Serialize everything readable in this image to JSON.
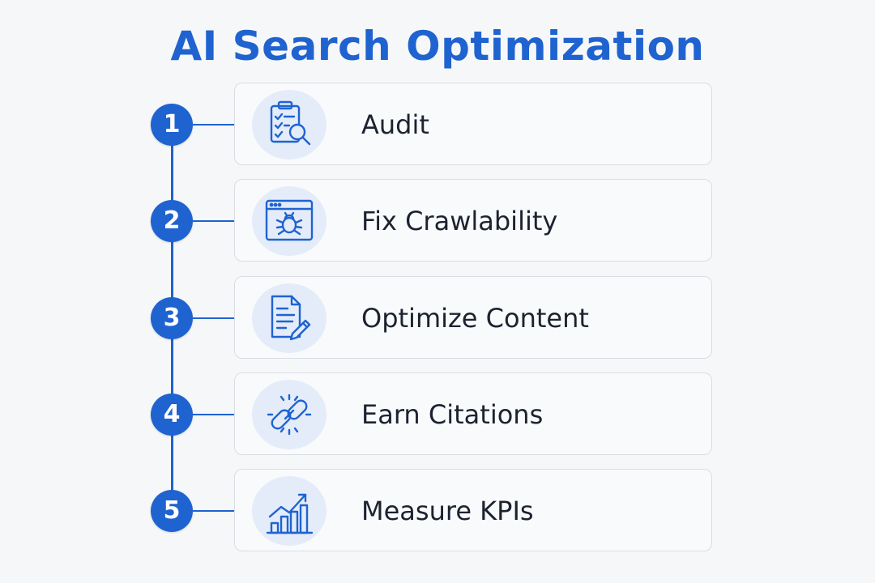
{
  "title": "AI Search Optimization",
  "colors": {
    "accent": "#1f63d0",
    "icon_bg": "#e4ecfa",
    "card_border": "#d9dde3",
    "text": "#1c2230",
    "background": "#f6f7f9"
  },
  "steps": [
    {
      "number": "1",
      "label": "Audit",
      "icon": "clipboard-checklist-magnifier-icon"
    },
    {
      "number": "2",
      "label": "Fix Crawlability",
      "icon": "browser-window-bug-icon"
    },
    {
      "number": "3",
      "label": "Optimize Content",
      "icon": "document-pencil-icon"
    },
    {
      "number": "4",
      "label": "Earn Citations",
      "icon": "chain-link-icon"
    },
    {
      "number": "5",
      "label": "Measure KPIs",
      "icon": "bar-chart-trend-icon"
    }
  ]
}
